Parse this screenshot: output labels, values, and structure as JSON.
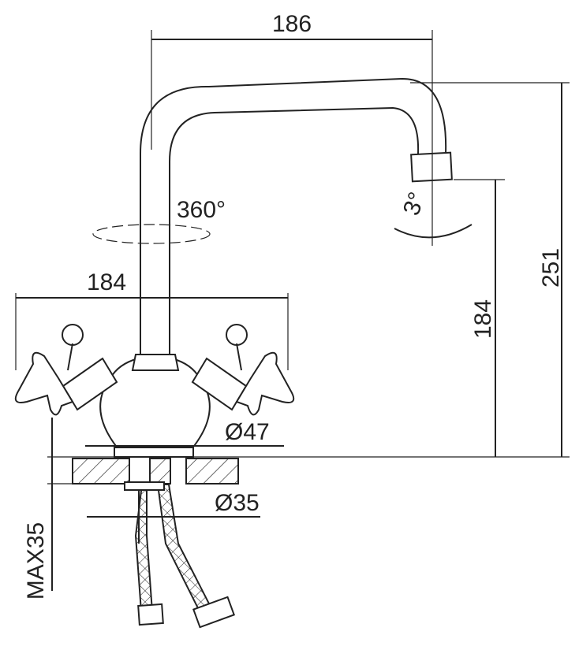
{
  "dimensions": {
    "spout_reach": "186",
    "rotation": "360°",
    "spout_tilt": "3°",
    "handle_span": "184",
    "outlet_height": "184",
    "total_height": "251",
    "base_diameter": "Ø47",
    "hole_diameter": "Ø35",
    "max_counter_thickness": "MAX35"
  }
}
